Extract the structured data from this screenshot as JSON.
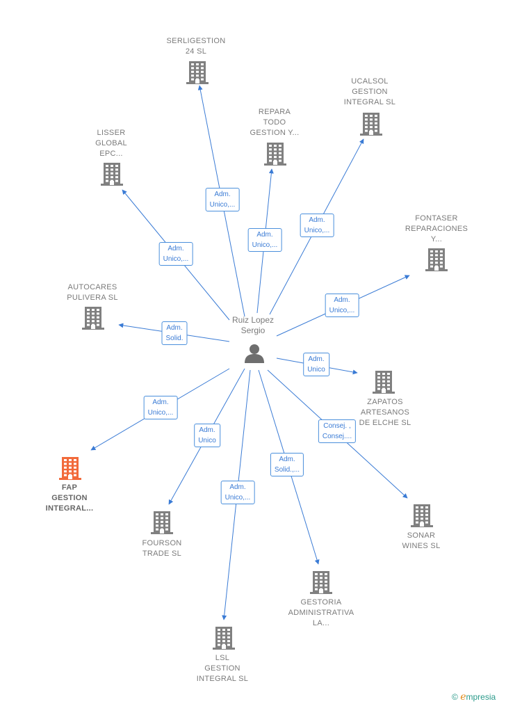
{
  "center": {
    "name": [
      "Ruiz Lopez",
      "Sergio"
    ],
    "icon": "person-icon"
  },
  "colors": {
    "edge": "#3a7bd5",
    "company": "#808080",
    "highlight": "#f26a3a"
  },
  "nodes": [
    {
      "id": "serligestion",
      "label": [
        "SERLIGESTION",
        "24  SL"
      ],
      "icon": "building-icon",
      "highlight": false
    },
    {
      "id": "repara",
      "label": [
        "REPARA",
        "TODO",
        "GESTION Y..."
      ],
      "icon": "building-icon",
      "highlight": false
    },
    {
      "id": "ucalsol",
      "label": [
        "UCALSOL",
        "GESTION",
        "INTEGRAL  SL"
      ],
      "icon": "building-icon",
      "highlight": false
    },
    {
      "id": "lisser",
      "label": [
        "LISSER",
        "GLOBAL",
        "EPC..."
      ],
      "icon": "building-icon",
      "highlight": false
    },
    {
      "id": "fontaser",
      "label": [
        "FONTASER",
        "REPARACIONES",
        "Y..."
      ],
      "icon": "building-icon",
      "highlight": false
    },
    {
      "id": "autocares",
      "label": [
        "AUTOCARES",
        "PULIVERA SL"
      ],
      "icon": "building-icon",
      "highlight": false
    },
    {
      "id": "zapatos",
      "label": [
        "ZAPATOS",
        "ARTESANOS",
        "DE ELCHE SL"
      ],
      "icon": "building-icon",
      "highlight": false
    },
    {
      "id": "fap",
      "label": [
        "FAP",
        "GESTION",
        "INTEGRAL..."
      ],
      "icon": "building-icon",
      "highlight": true
    },
    {
      "id": "fourson",
      "label": [
        "FOURSON",
        "TRADE  SL"
      ],
      "icon": "building-icon",
      "highlight": false
    },
    {
      "id": "sonar",
      "label": [
        "SONAR",
        "WINES  SL"
      ],
      "icon": "building-icon",
      "highlight": false
    },
    {
      "id": "gestoria",
      "label": [
        "GESTORIA",
        "ADMINISTRATIVA",
        "LA..."
      ],
      "icon": "building-icon",
      "highlight": false
    },
    {
      "id": "lsl",
      "label": [
        "LSL",
        "GESTION",
        "INTEGRAL  SL"
      ],
      "icon": "building-icon",
      "highlight": false
    }
  ],
  "edges": [
    {
      "target": "serligestion",
      "label": [
        "Adm.",
        "Unico,..."
      ]
    },
    {
      "target": "repara",
      "label": [
        "Adm.",
        "Unico,..."
      ]
    },
    {
      "target": "ucalsol",
      "label": [
        "Adm.",
        "Unico,..."
      ]
    },
    {
      "target": "lisser",
      "label": [
        "Adm.",
        "Unico,..."
      ]
    },
    {
      "target": "fontaser",
      "label": [
        "Adm.",
        "Unico,..."
      ]
    },
    {
      "target": "autocares",
      "label": [
        "Adm.",
        "Solid."
      ]
    },
    {
      "target": "zapatos",
      "label": [
        "Adm.",
        "Unico"
      ]
    },
    {
      "target": "fap",
      "label": [
        "Adm.",
        "Unico,..."
      ]
    },
    {
      "target": "fourson",
      "label": [
        "Adm.",
        "Unico"
      ]
    },
    {
      "target": "sonar",
      "label": [
        "Consej. ,",
        "Consej...."
      ]
    },
    {
      "target": "gestoria",
      "label": [
        "Adm.",
        "Solid.,..."
      ]
    },
    {
      "target": "lsl",
      "label": [
        "Adm.",
        "Unico,..."
      ]
    }
  ],
  "brand": {
    "copyright": "©",
    "name_initial": "e",
    "name_rest": "mpresia"
  }
}
